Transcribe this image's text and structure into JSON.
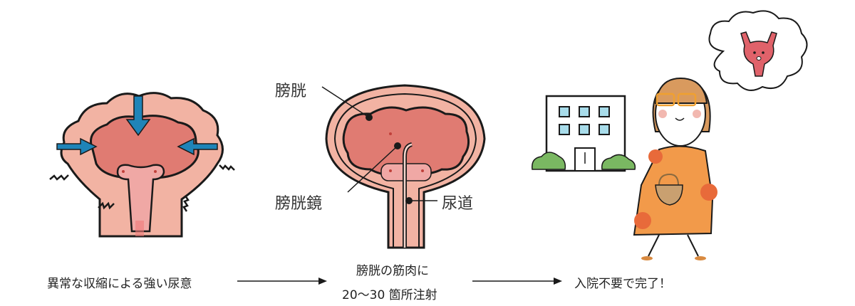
{
  "steps": [
    {
      "caption": "異常な収縮による強い尿意"
    },
    {
      "caption_line1": "膀胱の筋肉に",
      "caption_line2": "20〜30 箇所注射"
    },
    {
      "caption": "入院不要で完了！"
    }
  ],
  "diagram_labels": {
    "bladder": "膀胱",
    "cystoscope": "膀胱鏡",
    "urethra": "尿道"
  },
  "colors": {
    "bladder_inner": "#e07b72",
    "bladder_wall": "#f2b3a3",
    "trigone": "#f0a8a5",
    "arrow": "#1f84b8",
    "dress": "#f29a4a",
    "dress_dots": "#e86a3a",
    "hair": "#d99a5e",
    "glasses": "#f0a030",
    "bush": "#7ab862",
    "window": "#a8dcea",
    "outline": "#1a1a1a"
  }
}
